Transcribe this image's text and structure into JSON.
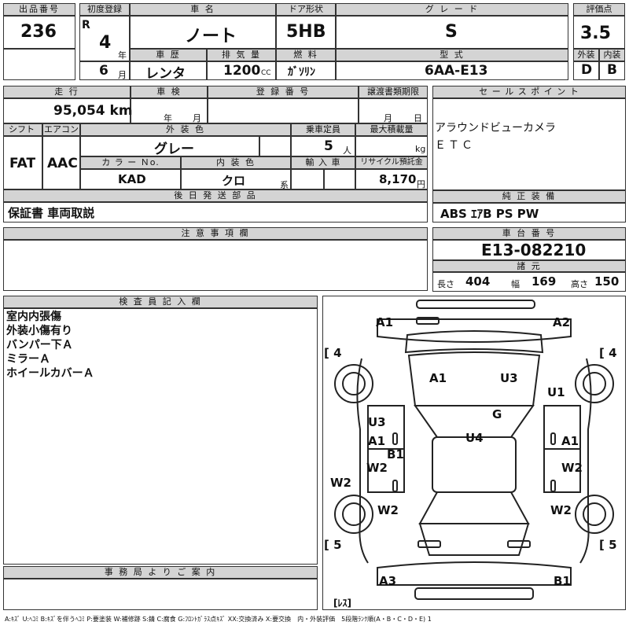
{
  "header": {
    "lot_no": {
      "label": "出品番号",
      "value": "236"
    },
    "first_reg": {
      "label": "初度登録",
      "era": "R",
      "year": "4",
      "year_unit": "年",
      "month": "6",
      "month_unit": "月"
    },
    "car_name": {
      "label": "車 名",
      "value": "ノート"
    },
    "door": {
      "label": "ドア形状",
      "value": "5HB"
    },
    "grade": {
      "label": "グ レ ー ド",
      "value": "S"
    },
    "score": {
      "label": "評価点",
      "value": "3.5"
    },
    "history": {
      "label": "車 歴",
      "value": "レンタ"
    },
    "displacement": {
      "label": "排 気 量",
      "value": "1200",
      "unit": "CC"
    },
    "fuel": {
      "label": "燃 料",
      "value": "ｶﾞｿﾘﾝ"
    },
    "model": {
      "label": "型 式",
      "value": "6AA-E13"
    },
    "exterior": {
      "label": "外装",
      "value": "D"
    },
    "interior": {
      "label": "内装",
      "value": "B"
    }
  },
  "row2": {
    "mileage": {
      "label": "走 行",
      "value": "95,054 km"
    },
    "inspection": {
      "label": "車 検",
      "year": "年",
      "month": "月"
    },
    "registration": {
      "label": "登 録 番 号",
      "value": ""
    },
    "transfer": {
      "label": "譲渡書類期限",
      "month": "月",
      "day": "日"
    },
    "sales_point": {
      "label": "セ ー ル ス ポ イ ン ト",
      "lines": [
        "アラウンドビューカメラ",
        "ＥＴＣ"
      ]
    },
    "shift": {
      "label": "シフト",
      "value": "FAT"
    },
    "aircon": {
      "label": "エアコン",
      "value": "AAC"
    },
    "ext_color": {
      "label": "外 装 色",
      "value": "グレー"
    },
    "capacity": {
      "label": "乗車定員",
      "value": "5",
      "unit": "人"
    },
    "max_load": {
      "label": "最大積載量",
      "value": "",
      "unit": "kg"
    },
    "color_no": {
      "label": "カ ラ ー Ｎo.",
      "value": "KAD"
    },
    "int_color": {
      "label": "内 装 色",
      "value": "クロ",
      "unit": "系"
    },
    "import": {
      "label": "輸 入 車",
      "value": ""
    },
    "recycle": {
      "label": "リサイクル預託金",
      "value": "8,170",
      "unit": "円"
    },
    "later_parts": {
      "label": "後 日 発 送 部 品",
      "value": "保証書 車両取説"
    },
    "equipment": {
      "label": "純 正 装 備",
      "value": "ABS ｴｱB PS PW"
    }
  },
  "notes": {
    "label": "注 意 事 項 欄",
    "value": ""
  },
  "chassis": {
    "label": "車 台 番 号",
    "value": "E13-082210"
  },
  "specs": {
    "label": "諸 元",
    "length_label": "長さ",
    "length": "404",
    "width_label": "幅",
    "width": "169",
    "height_label": "高さ",
    "height": "150"
  },
  "inspector": {
    "label": "検 査 員 記 入 欄",
    "lines": [
      "室内内張傷",
      "外装小傷有り",
      "バンパー下Ａ",
      "ミラーＡ",
      "ホイールカバーＡ"
    ]
  },
  "office": {
    "label": "事 務 局 よ り ご 案 内",
    "value": ""
  },
  "diagram": {
    "marks": {
      "m_a1_front": "A1",
      "m_a2_front": "A2",
      "m_tire_fl": "[ 4",
      "m_tire_fr": "[ 4",
      "m_a1_hood": "A1",
      "m_u3_hood": "U3",
      "m_u1_fender": "U1",
      "m_g_glass": "G",
      "m_u3_door_l": "U3",
      "m_a1_door_l": "A1",
      "m_b1_door_l": "B1",
      "m_u4_roof": "U4",
      "m_a1_door_r": "A1",
      "m_w2_door_l": "W2",
      "m_w2_door_r": "W2",
      "m_w2_sill_l": "W2",
      "m_w2_rear_l": "W2",
      "m_w2_rear_r": "W2",
      "m_tire_rl": "[ 5",
      "m_tire_rr": "[ 5",
      "m_a3_rear": "A3",
      "m_b1_rear": "B1",
      "m_spare": "[ﾚｽ]"
    }
  },
  "legend": "A:ｷｽﾞ U:ﾍｺﾐ B:ｷｽﾞを伴うﾍｺﾐ P:要塗装 W:補修跡 S:錆 C:腐食 G:ﾌﾛﾝﾄｶﾞﾗｽ点ｷｽﾞ XX:交換済み X:要交換　内・外装評価　5段階ﾗﾝｸ順(A・B・C・D・E) 1"
}
